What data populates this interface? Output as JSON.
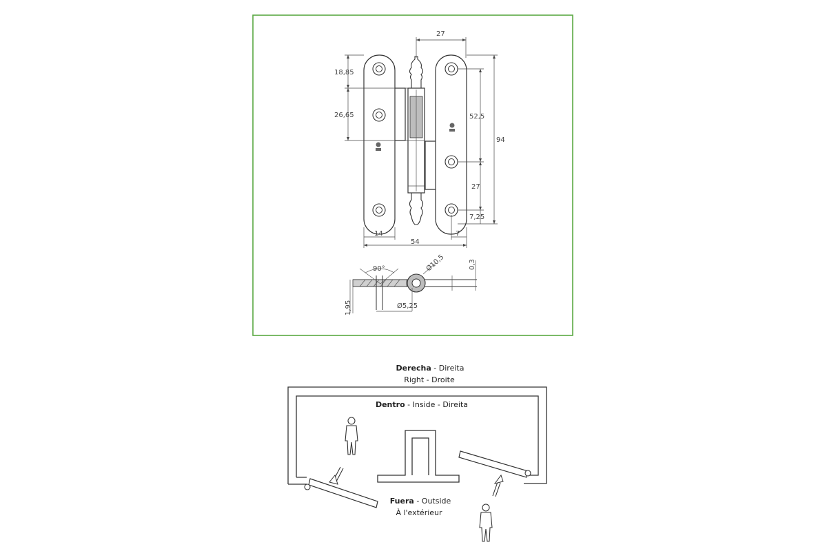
{
  "colors": {
    "frame": "#5aa843",
    "line": "#333333",
    "text": "#222222"
  },
  "hinge_dimensions": {
    "top_pin_width": "27",
    "upper_offset": "18,85",
    "knuckle_height": "26,65",
    "hole_spacing_upper": "52,5",
    "overall_height": "94",
    "hole_spacing_lower": "27",
    "bottom_offset": "7,25",
    "left_leaf_width": "14",
    "overall_width": "54",
    "right_margin": "7"
  },
  "section_dimensions": {
    "angle": "90°",
    "outer_diameter": "Ø10,5",
    "thickness_top": "0,3",
    "leaf_thickness": "1,95",
    "pin_diameter": "Ø5,25"
  },
  "plan": {
    "title_bold": "Derecha",
    "title_rest": " - Direita",
    "title_line2": "Right - Droite",
    "inside_bold": "Dentro",
    "inside_rest": " - Inside - Direita",
    "outside_bold": "Fuera",
    "outside_rest": " - Outside",
    "outside_line2": "À l'extérieur"
  }
}
